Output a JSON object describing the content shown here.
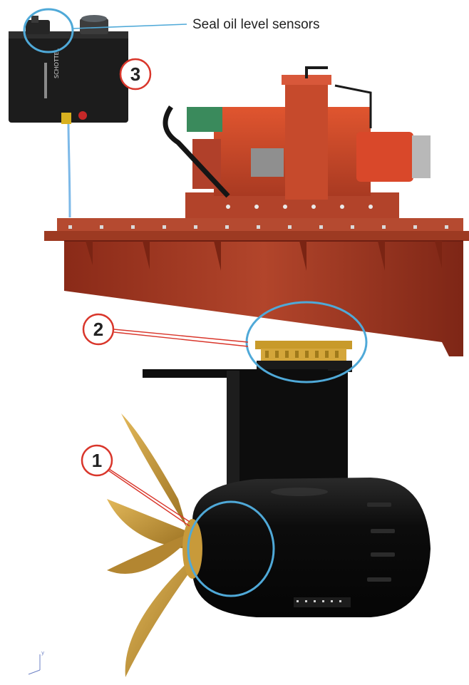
{
  "labels": {
    "sensor_caption": "Seal oil level sensors"
  },
  "callouts": [
    {
      "number": "1",
      "color": "#d9362b"
    },
    {
      "number": "2",
      "color": "#d9362b"
    },
    {
      "number": "3",
      "color": "#d9362b"
    }
  ],
  "tank_brand": "SCHOTTEL",
  "axis_indicator": {
    "label": "y"
  },
  "colors": {
    "highlight_ring": "#4fa9d8",
    "hull_red": "#a83a24",
    "machinery_orange": "#d9482a",
    "thruster_black": "#0e0e0e",
    "propeller_gold": "#c89a3a",
    "tank_black": "#1c1c1c"
  },
  "icons": {
    "oil_tank": "oil-tank-icon",
    "propeller": "propeller-icon",
    "gearbox": "gearbox-icon"
  }
}
